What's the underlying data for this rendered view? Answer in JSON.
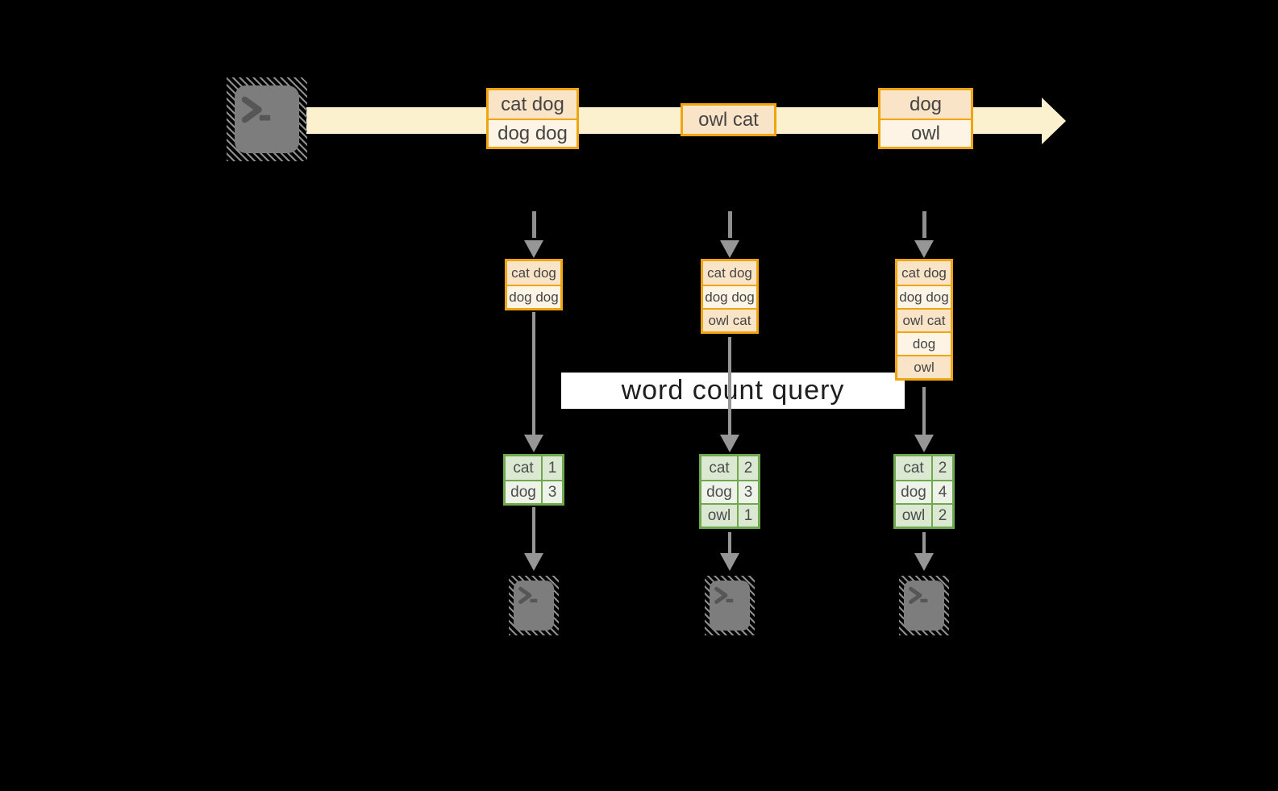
{
  "diagram_title": "word count query",
  "query_label": {
    "text": "word count query"
  },
  "stream": {
    "source_icon": "terminal-icon",
    "messages": [
      {
        "rows": [
          "cat dog",
          "dog dog"
        ]
      },
      {
        "rows": [
          "owl cat"
        ]
      },
      {
        "rows": [
          "dog",
          "owl"
        ]
      }
    ]
  },
  "columns": [
    {
      "state": [
        "cat dog",
        "dog dog"
      ],
      "counts": [
        {
          "word": "cat",
          "count": "1"
        },
        {
          "word": "dog",
          "count": "3"
        }
      ]
    },
    {
      "state": [
        "cat dog",
        "dog dog",
        "owl cat"
      ],
      "counts": [
        {
          "word": "cat",
          "count": "2"
        },
        {
          "word": "dog",
          "count": "3"
        },
        {
          "word": "owl",
          "count": "1"
        }
      ]
    },
    {
      "state": [
        "cat dog",
        "dog dog",
        "owl cat",
        "dog",
        "owl"
      ],
      "counts": [
        {
          "word": "cat",
          "count": "2"
        },
        {
          "word": "dog",
          "count": "4"
        },
        {
          "word": "owl",
          "count": "2"
        }
      ]
    }
  ],
  "colors": {
    "background": "#000000",
    "stream_band": "#FBF1CF",
    "box_border_gold": "#EFA50F",
    "box_fill_peach": "#FAE4C7",
    "box_fill_cream": "#FDF4E5",
    "table_border_green": "#6FA84F",
    "table_fill_green": "#DBE8D2",
    "table_fill_light": "#EEF3EA",
    "arrow_gray": "#969696",
    "terminal_gray": "#7D7D7D",
    "label_background": "#FFFFFF"
  }
}
